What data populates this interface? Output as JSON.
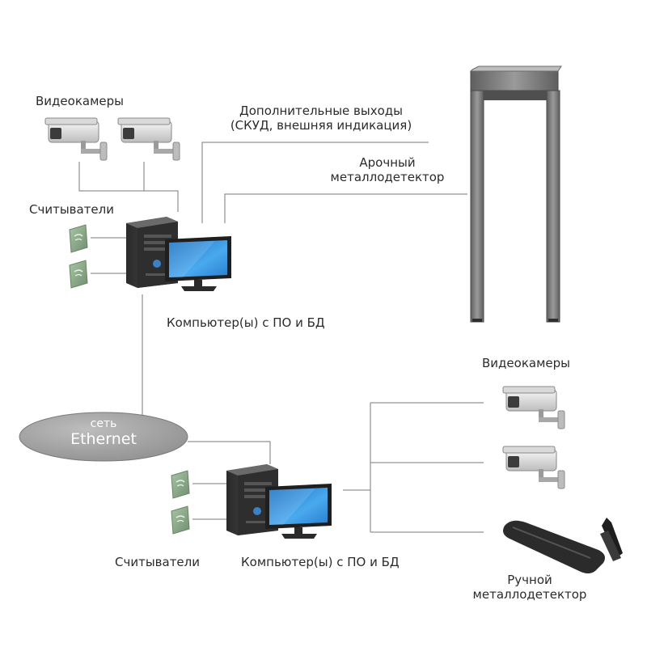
{
  "top": {
    "cameras_label": "Видеокамеры",
    "outputs_label_line1": "Дополнительные выходы",
    "outputs_label_line2": "(СКУД, внешняя индикация)",
    "arch_label_line1": "Арочный",
    "arch_label_line2": "металлодетектор",
    "readers_label": "Считыватели",
    "computer_label": "Компьютер(ы) с ПО и БД"
  },
  "network": {
    "line1": "сеть",
    "line2": "Ethernet"
  },
  "bottom": {
    "cameras_label": "Видеокамеры",
    "readers_label": "Считыватели",
    "computer_label": "Компьютер(ы) с ПО и БД",
    "handheld_label_line1": "Ручной",
    "handheld_label_line2": "металлодетектор"
  },
  "colors": {
    "line": "#7a7a7a",
    "screen": "#2c8fd8",
    "case": "#3a3a3a",
    "reader": "#8fae8f",
    "camera": "#e6e6e6",
    "cloud": "#9a9a9a",
    "arch": "#707070"
  },
  "icons": [
    "camera-icon",
    "reader-icon",
    "computer-icon",
    "arch-metal-detector-icon",
    "handheld-metal-detector-icon",
    "ethernet-cloud-icon"
  ]
}
